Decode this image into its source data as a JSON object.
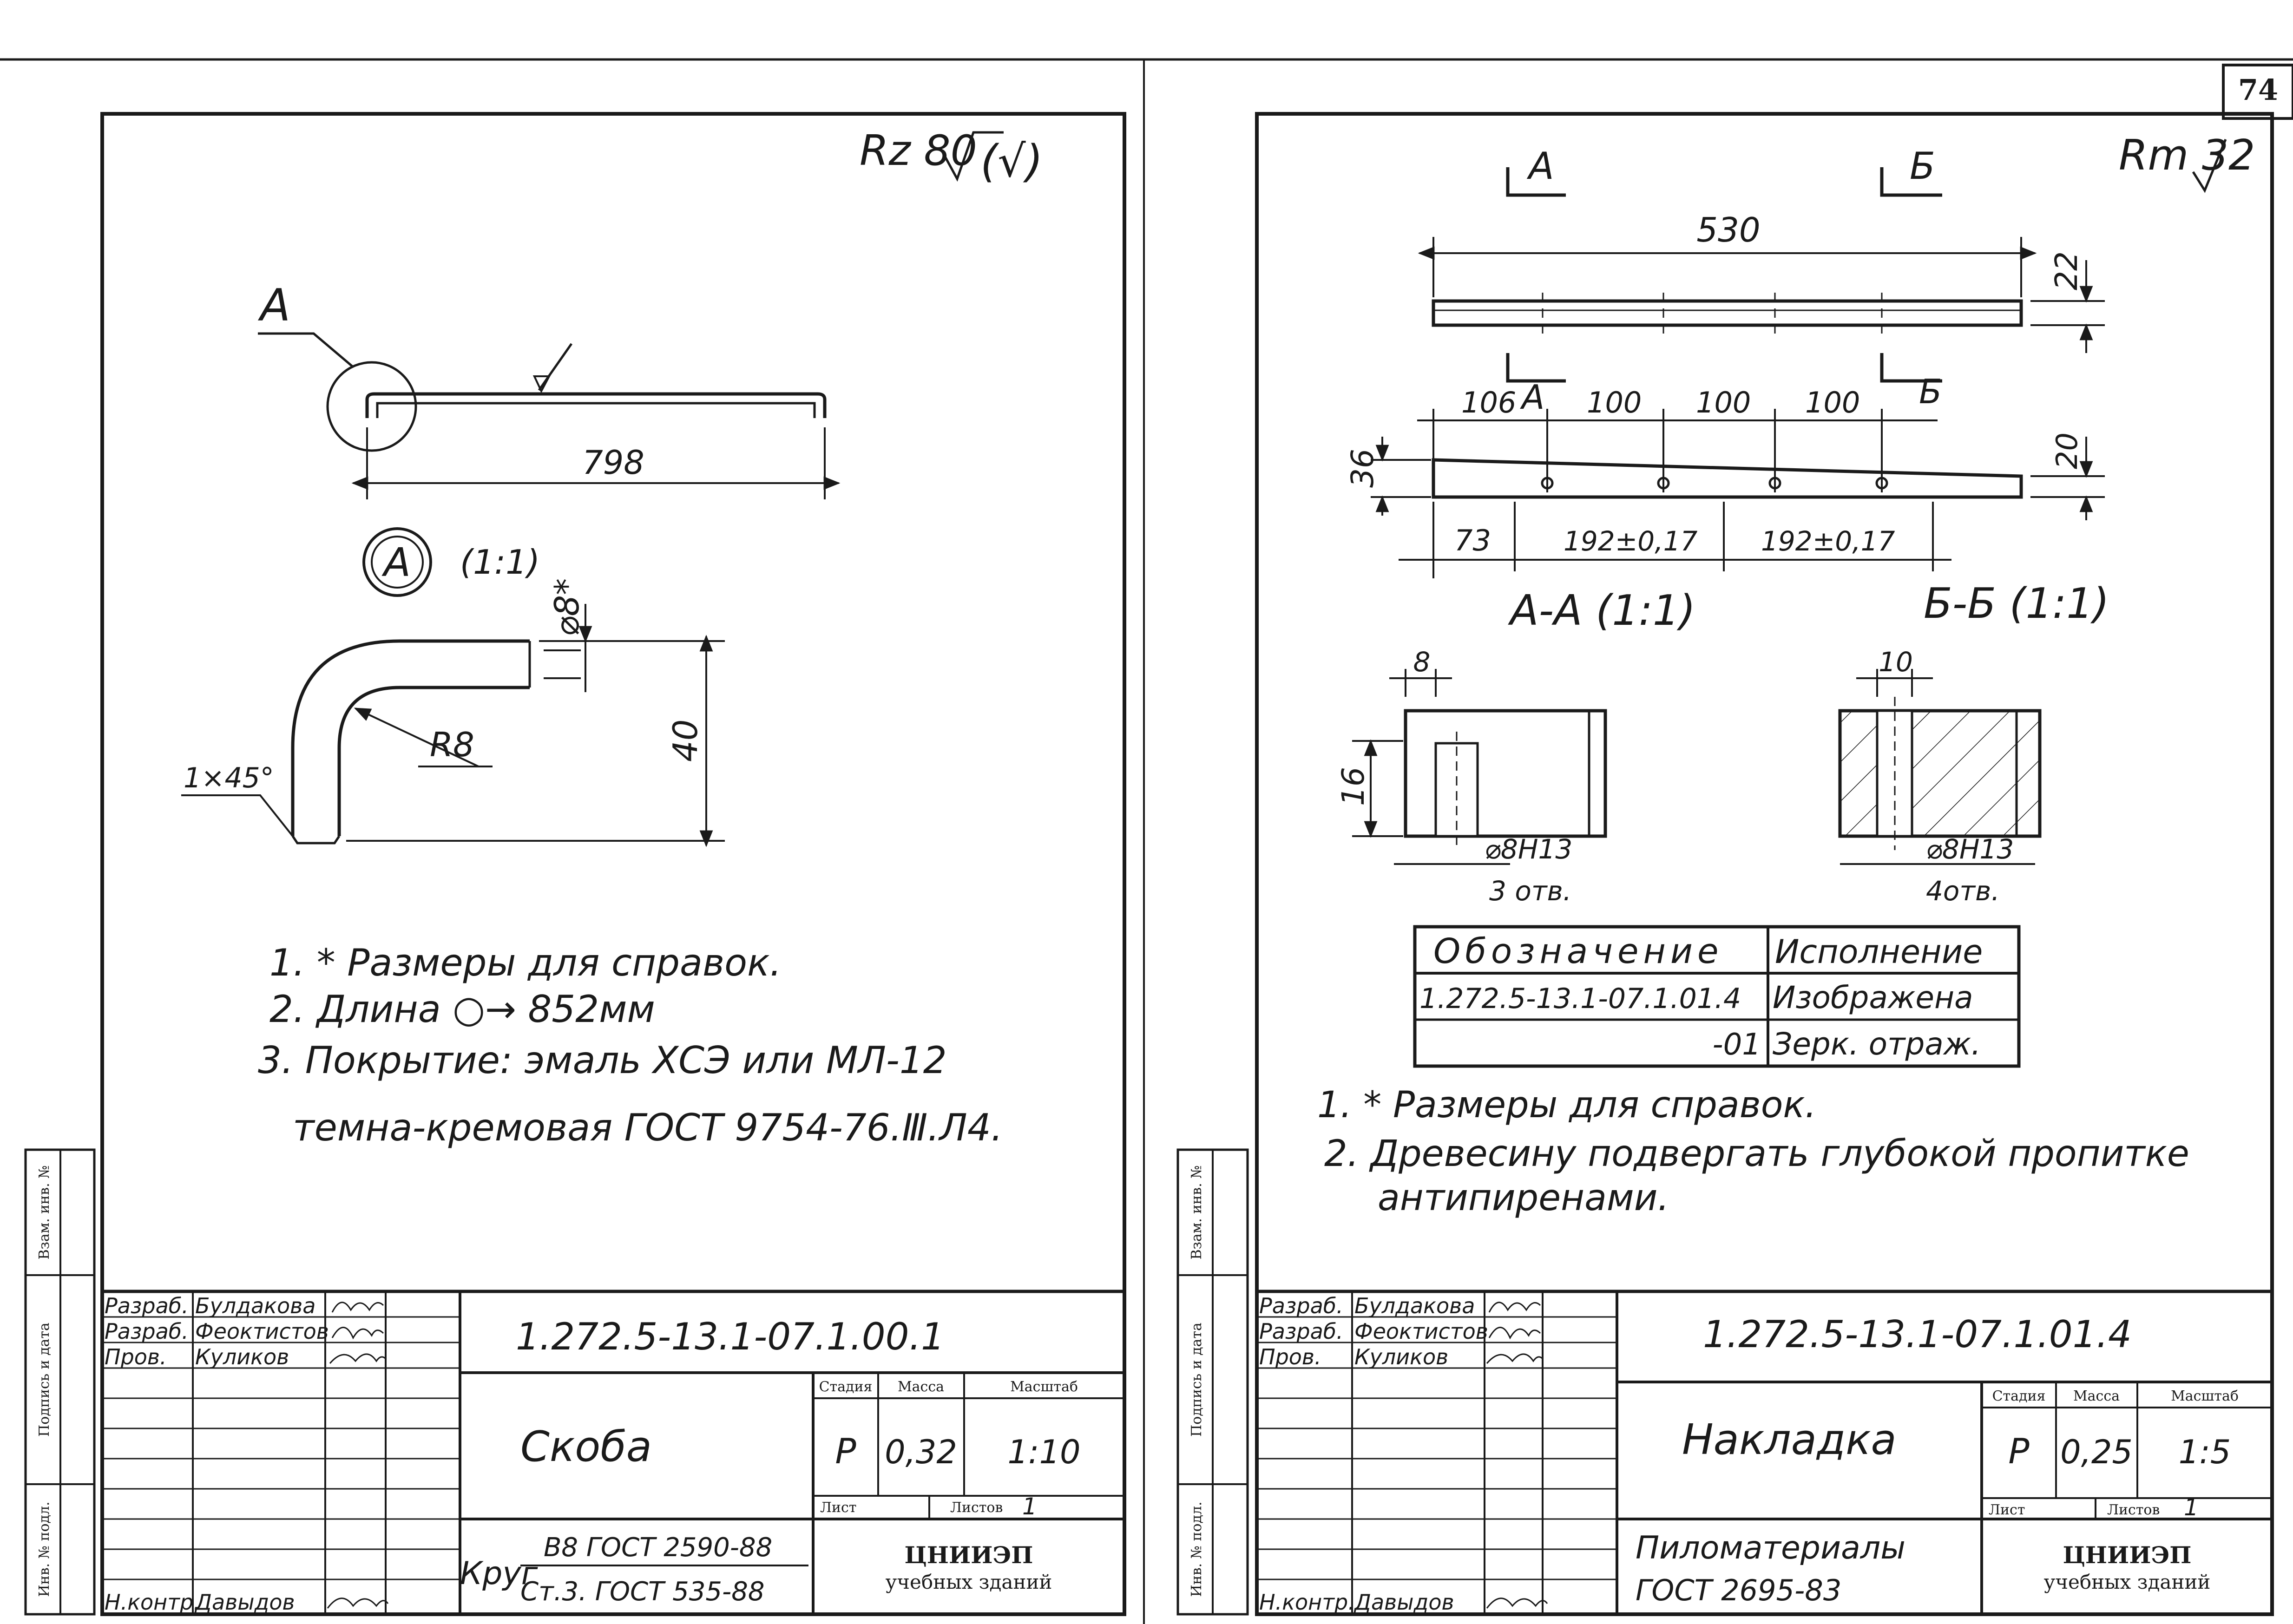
{
  "page_number": "74",
  "left": {
    "roughness": "Rz 80",
    "roughness_suffix": "(√)",
    "view_label": "А",
    "detail_label": "А",
    "detail_scale": "(1:1)",
    "dim_length": "798",
    "dim_diameter": "⌀8*",
    "dim_radius": "R8",
    "dim_height": "40",
    "dim_chamfer": "1×45°",
    "notes": [
      "1. * Размеры для справок.",
      "2. Длина ○→ 852мм",
      "3. Покрытие: эмаль ХСЭ или МЛ-12",
      "темна-кремовая ГОСТ 9754-76.Ⅲ.Л4."
    ],
    "title_block": {
      "roles": [
        "Разраб.",
        "Разраб.",
        "Пров."
      ],
      "names": [
        "Булдакова",
        "Феоктистов",
        "Куликов"
      ],
      "kontr_role": "Н.контр.",
      "kontr_name": "Давыдов",
      "designation": "1.272.5-13.1-07.1.00.1",
      "name": "Скоба",
      "stage_hdr": "Стадия",
      "mass_hdr": "Масса",
      "scale_hdr": "Масштаб",
      "stage": "Р",
      "mass": "0,32",
      "scale": "1:10",
      "sheet_hdr": "Лист",
      "sheets_hdr": "Листов",
      "sheets": "1",
      "material_prefix": "Круг",
      "material_top": "В8 ГОСТ 2590-88",
      "material_bottom": "Ст.3. ГОСТ 535-88",
      "org": "ЦНИИЭП",
      "org_sub": "учебных зданий"
    },
    "side_labels": [
      "Взам. инв. №",
      "Подпись и дата",
      "Инв. № подл."
    ]
  },
  "right": {
    "roughness": "Rm 32",
    "cut_a": "А",
    "cut_b": "Б",
    "dim_530": "530",
    "dim_22": "22",
    "dim_106": "106",
    "dim_100a": "100",
    "dim_100b": "100",
    "dim_100c": "100",
    "dim_36": "36",
    "dim_20": "20",
    "dim_73": "73",
    "dim_192a": "192±0,17",
    "dim_192b": "192±0,17",
    "section_a": "А-А (1:1)",
    "section_b": "Б-Б (1:1)",
    "sec_a_w": "8",
    "sec_a_h": "16",
    "sec_a_hole": "⌀8Н13",
    "sec_a_count": "3 отв.",
    "sec_b_w": "10",
    "sec_b_hole": "⌀8Н13",
    "sec_b_count": "4отв.",
    "table": {
      "hdr_designation": "Обозначение",
      "hdr_execution": "Исполнение",
      "rows": [
        {
          "designation": "1.272.5-13.1-07.1.01.4",
          "execution": "Изображена"
        },
        {
          "designation": "-01",
          "execution": "Зерк. отраж."
        }
      ]
    },
    "notes": [
      "1. * Размеры для справок.",
      "2. Древесину подвергать глубокой пропитке",
      "антипиренами."
    ],
    "title_block": {
      "roles": [
        "Разраб.",
        "Разраб.",
        "Пров."
      ],
      "names": [
        "Булдакова",
        "Феоктистов",
        "Куликов"
      ],
      "kontr_role": "Н.контр.",
      "kontr_name": "Давыдов",
      "designation": "1.272.5-13.1-07.1.01.4",
      "name": "Накладка",
      "stage_hdr": "Стадия",
      "mass_hdr": "Масса",
      "scale_hdr": "Масштаб",
      "stage": "Р",
      "mass": "0,25",
      "scale": "1:5",
      "sheet_hdr": "Лист",
      "sheets_hdr": "Листов",
      "sheets": "1",
      "material_top": "Пиломатериалы",
      "material_bottom": "ГОСТ 2695-83",
      "org": "ЦНИИЭП",
      "org_sub": "учебных зданий"
    },
    "side_labels": [
      "Взам. инв. №",
      "Подпись и дата",
      "Инв. № подл."
    ]
  }
}
